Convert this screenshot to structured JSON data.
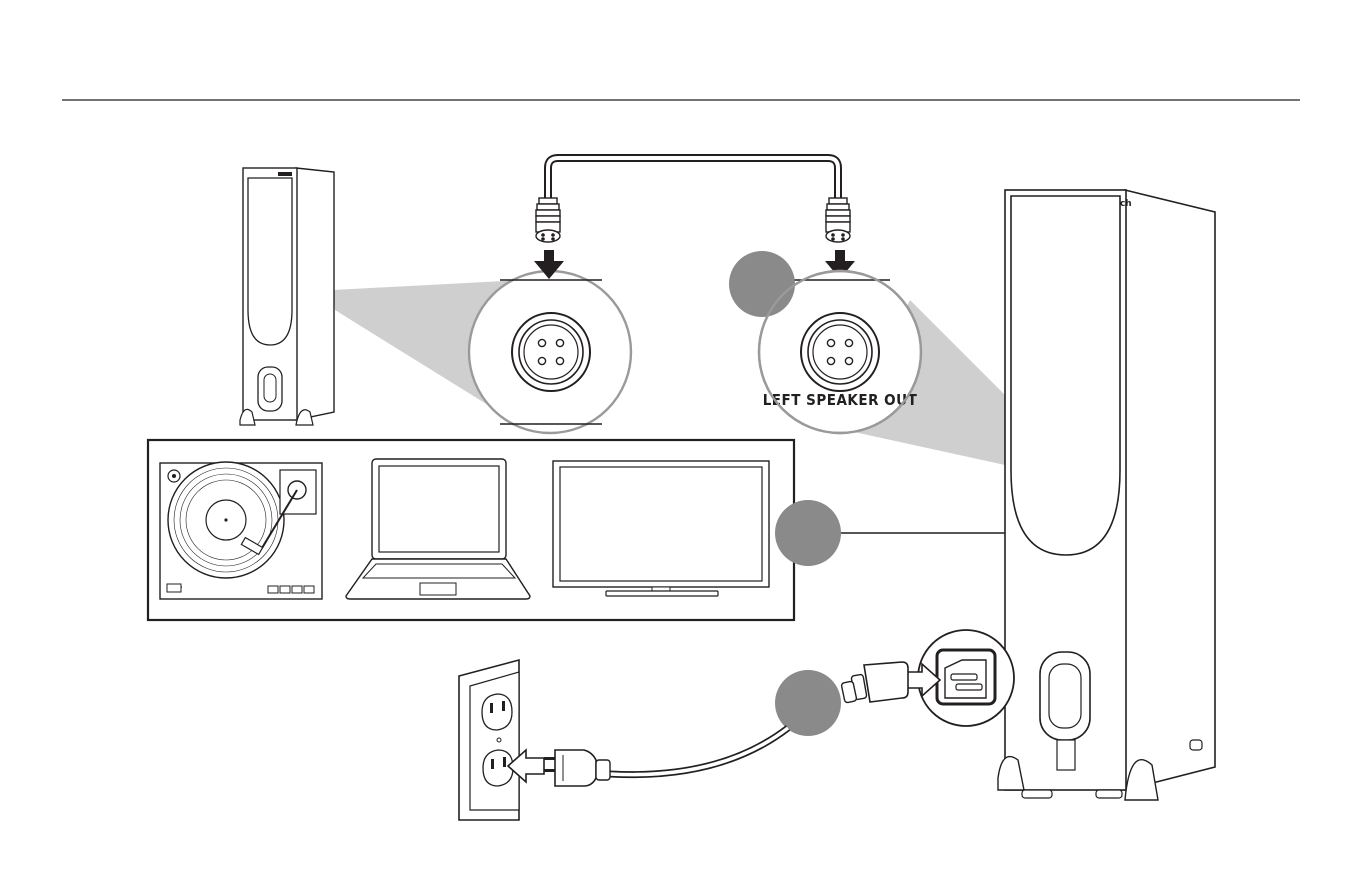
{
  "brand": {
    "logo_text": "Klipsch"
  },
  "connection": {
    "port_label": "LEFT SPEAKER OUT"
  },
  "colors": {
    "line": "#231f20",
    "callout_gray": "#cfcfcf",
    "step_badge": "#8a8a8a",
    "background": "#ffffff"
  },
  "devices": [
    {
      "name": "turntable-icon"
    },
    {
      "name": "laptop-icon"
    },
    {
      "name": "tv-icon"
    }
  ],
  "steps": [
    {
      "name": "step-badge-speaker-cable"
    },
    {
      "name": "step-badge-audio-source"
    },
    {
      "name": "step-badge-power"
    }
  ]
}
